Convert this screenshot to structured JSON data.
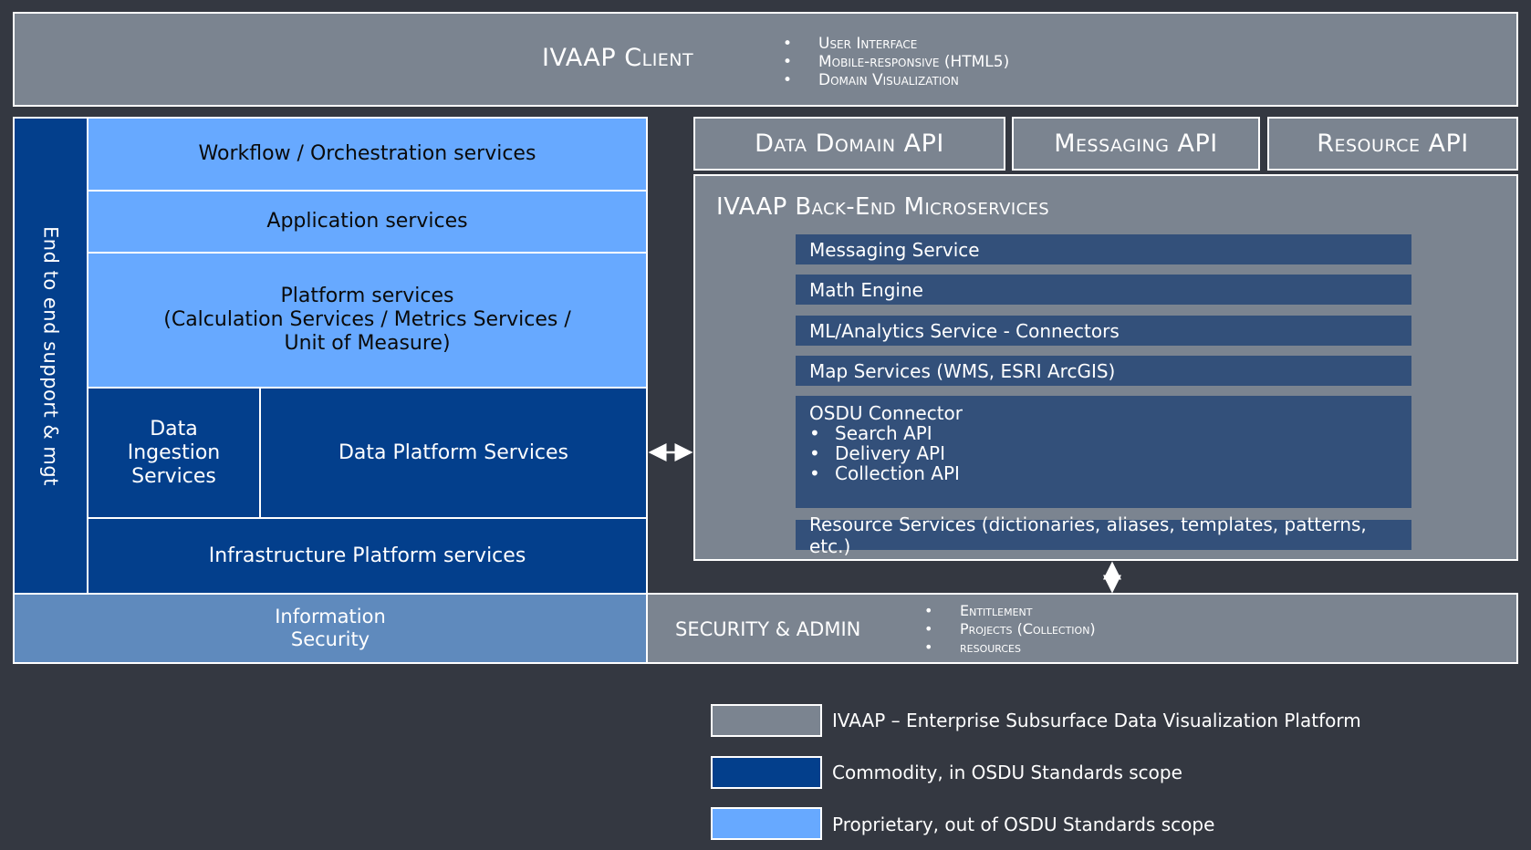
{
  "colors": {
    "ivaap_grey": "#7b8490",
    "commodity_navy": "#033f8c",
    "proprietary_light": "#67a9ff",
    "background": "#343841"
  },
  "client": {
    "title": "IVAAP Client",
    "bullets": [
      "User Interface",
      "Mobile-responsive (HTML5)",
      "Domain Visualization"
    ]
  },
  "end_to_end": "End to end  support & mgt",
  "stack": {
    "workflow": "Workflow / Orchestration services",
    "application": "Application services",
    "platform_line1": "Platform services",
    "platform_line2": "(Calculation Services / Metrics Services /",
    "platform_line3": "Unit of Measure)",
    "ingestion_line1": "Data",
    "ingestion_line2": "Ingestion",
    "ingestion_line3": "Services",
    "data_platform": "Data Platform Services",
    "infrastructure": "Infrastructure Platform services",
    "info_security_line1": "Information",
    "info_security_line2": "Security"
  },
  "apis": [
    "Data Domain API",
    "Messaging API",
    "Resource API"
  ],
  "backend": {
    "title": "IVAAP Back-End Microservices",
    "services": [
      "Messaging Service",
      "Math Engine",
      "ML/Analytics Service - Connectors",
      "Map Services (WMS, ESRI ArcGIS)"
    ],
    "osdu": {
      "title": "OSDU Connector",
      "items": [
        "Search API",
        "Delivery API",
        "Collection API"
      ]
    },
    "resource_services": "Resource Services (dictionaries, aliases, templates, patterns, etc.)"
  },
  "security": {
    "title": "SECURITY & ADMIN",
    "bullets": [
      "Entitlement",
      "Projects (Collection)",
      "resources"
    ]
  },
  "legend": [
    {
      "label": "IVAAP – Enterprise Subsurface Data Visualization Platform",
      "color": "#7b8490"
    },
    {
      "label": "Commodity, in OSDU Standards scope",
      "color": "#033f8c"
    },
    {
      "label": "Proprietary, out of OSDU Standards scope",
      "color": "#67a9ff"
    }
  ]
}
